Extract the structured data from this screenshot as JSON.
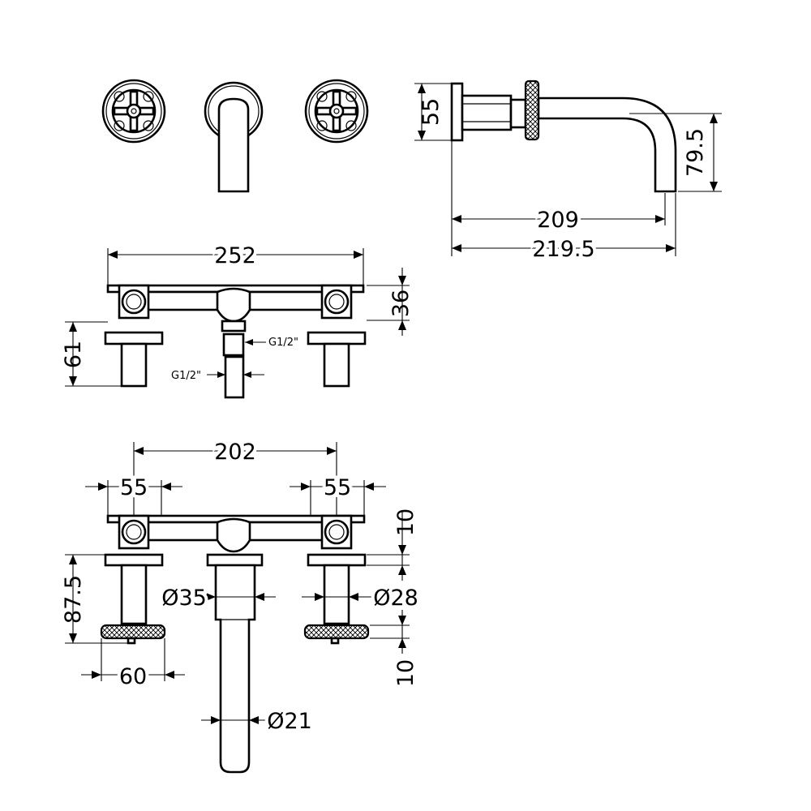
{
  "dimensions": {
    "side_height": "55",
    "side_drop": "79.5",
    "spout_projection": "209",
    "overall_projection": "219.5",
    "top_width": "252",
    "top_body_height": "36",
    "top_body_depth": "61",
    "thread_upper": "G1/2\"",
    "thread_lower": "G1/2\"",
    "centres": "202",
    "handle_left_centre": "55",
    "handle_right_centre": "55",
    "flange_thickness_top": "10",
    "valve_depth": "87.5",
    "spout_body_dia": "Ø35",
    "valve_body_dia": "Ø28",
    "handle_thickness": "10",
    "handle_dia": "60",
    "spout_dia": "Ø21"
  }
}
